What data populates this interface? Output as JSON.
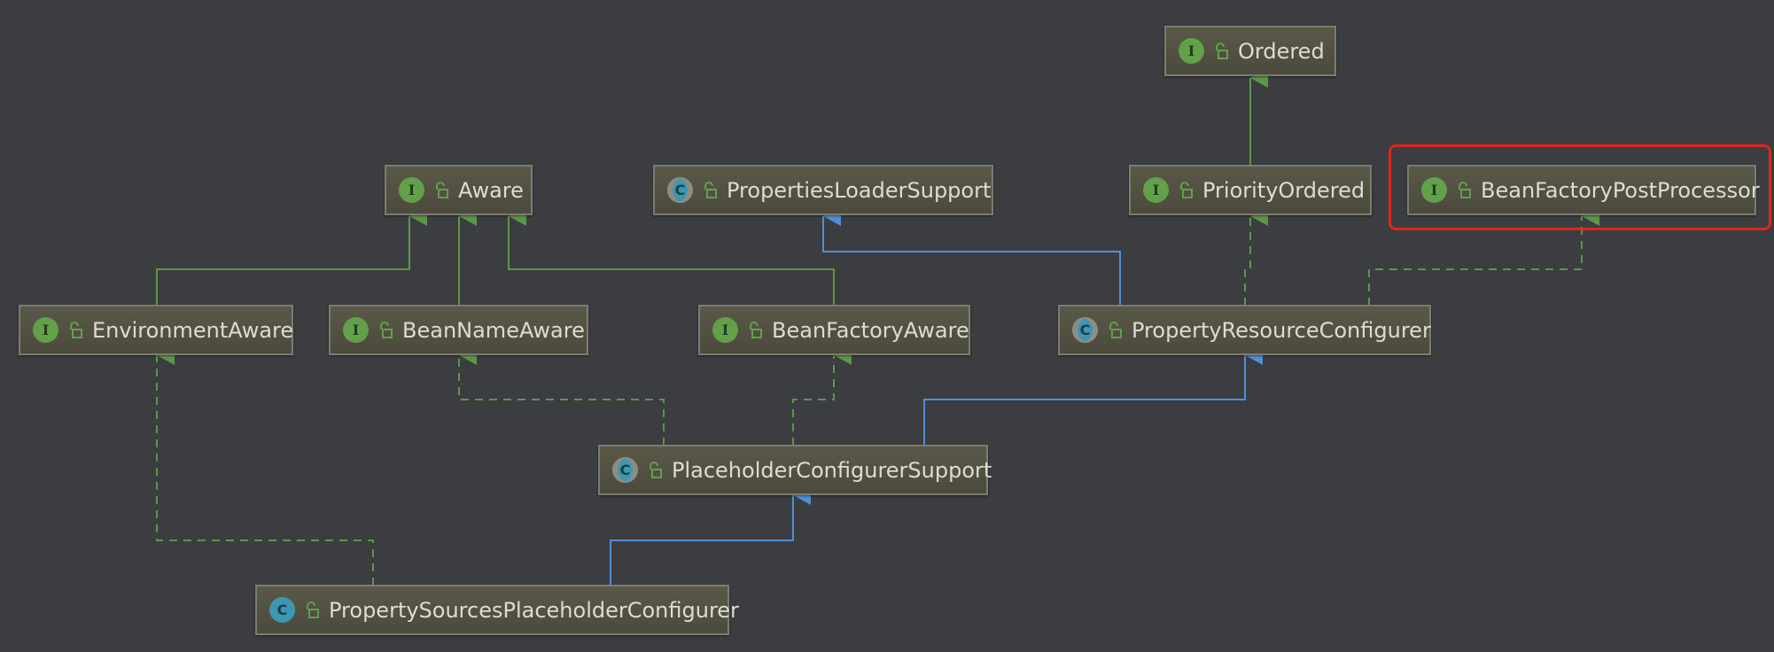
{
  "diagram": {
    "nodes": {
      "ordered": {
        "kind": "interface",
        "badge": "I",
        "label": "Ordered"
      },
      "aware": {
        "kind": "interface",
        "badge": "I",
        "label": "Aware"
      },
      "properties_loader_support": {
        "kind": "abstract-class",
        "badge": "C",
        "label": "PropertiesLoaderSupport"
      },
      "priority_ordered": {
        "kind": "interface",
        "badge": "I",
        "label": "PriorityOrdered"
      },
      "bean_factory_post_processor": {
        "kind": "interface",
        "badge": "I",
        "label": "BeanFactoryPostProcessor",
        "highlighted": true
      },
      "environment_aware": {
        "kind": "interface",
        "badge": "I",
        "label": "EnvironmentAware"
      },
      "bean_name_aware": {
        "kind": "interface",
        "badge": "I",
        "label": "BeanNameAware"
      },
      "bean_factory_aware": {
        "kind": "interface",
        "badge": "I",
        "label": "BeanFactoryAware"
      },
      "property_resource_configurer": {
        "kind": "abstract-class",
        "badge": "C",
        "label": "PropertyResourceConfigurer"
      },
      "placeholder_configurer_support": {
        "kind": "abstract-class",
        "badge": "C",
        "label": "PlaceholderConfigurerSupport"
      },
      "property_sources_placeholder_configurer": {
        "kind": "class",
        "badge": "C",
        "label": "PropertySourcesPlaceholderConfigurer"
      }
    },
    "edges": [
      {
        "from": "priority_ordered",
        "to": "ordered",
        "type": "extends"
      },
      {
        "from": "environment_aware",
        "to": "aware",
        "type": "extends"
      },
      {
        "from": "bean_name_aware",
        "to": "aware",
        "type": "extends"
      },
      {
        "from": "bean_factory_aware",
        "to": "aware",
        "type": "extends"
      },
      {
        "from": "property_resource_configurer",
        "to": "properties_loader_support",
        "type": "extends-class"
      },
      {
        "from": "property_resource_configurer",
        "to": "priority_ordered",
        "type": "implements"
      },
      {
        "from": "property_resource_configurer",
        "to": "bean_factory_post_processor",
        "type": "implements"
      },
      {
        "from": "placeholder_configurer_support",
        "to": "bean_name_aware",
        "type": "implements"
      },
      {
        "from": "placeholder_configurer_support",
        "to": "bean_factory_aware",
        "type": "implements"
      },
      {
        "from": "placeholder_configurer_support",
        "to": "property_resource_configurer",
        "type": "extends-class"
      },
      {
        "from": "property_sources_placeholder_configurer",
        "to": "environment_aware",
        "type": "implements"
      },
      {
        "from": "property_sources_placeholder_configurer",
        "to": "placeholder_configurer_support",
        "type": "extends-class"
      }
    ],
    "colors": {
      "background": "#3b3d40",
      "interface_edge": "#5d9648",
      "class_edge": "#4f8fd6",
      "highlight": "#e0251b"
    },
    "icons": {
      "interface": "interface-icon",
      "class": "class-icon",
      "abstract_class": "abstract-class-icon",
      "visibility": "public-lock-icon"
    }
  }
}
